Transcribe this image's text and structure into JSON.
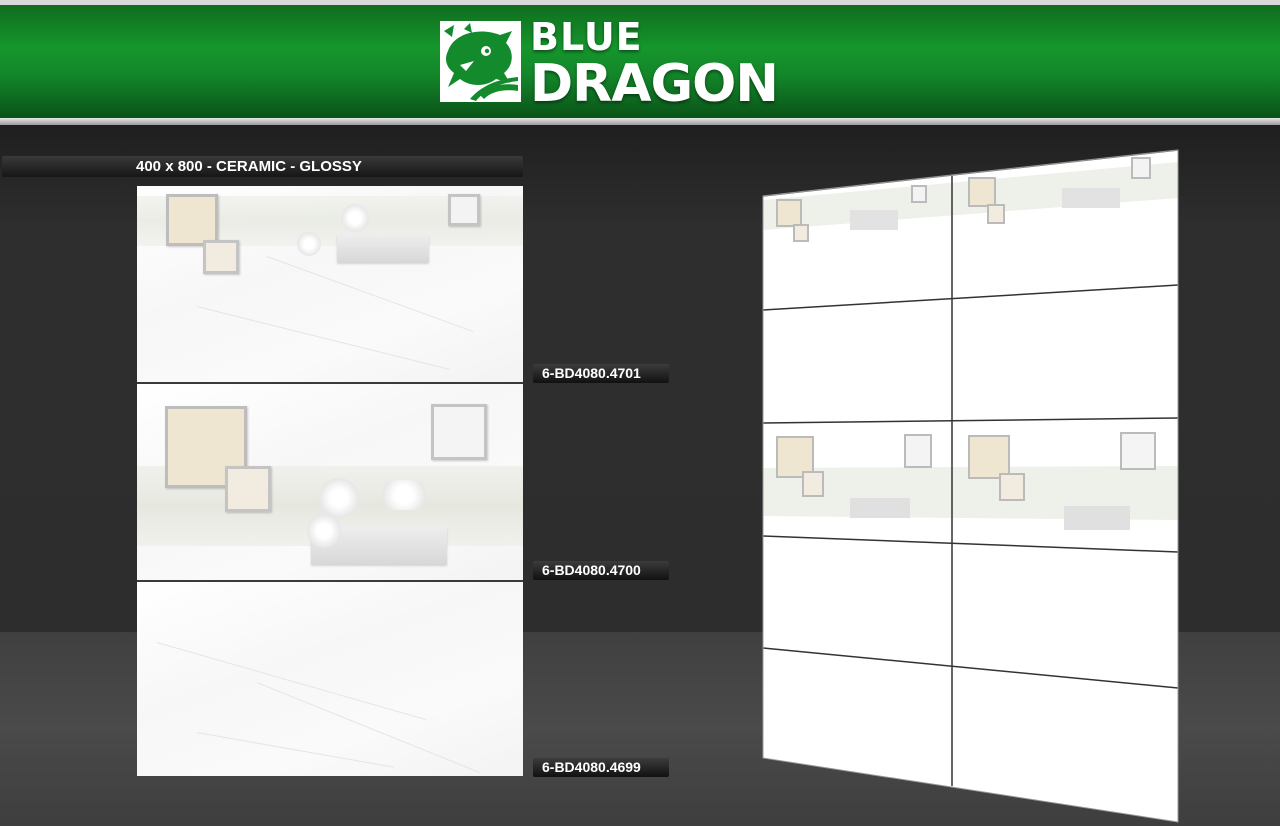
{
  "brand": {
    "line1": "BLUE",
    "line2": "DRAGON",
    "logo_icon": "dragon-head-icon",
    "colors": {
      "header_green": "#16962c",
      "header_dark": "#0a5318"
    }
  },
  "product": {
    "spec": "400 x 800 - CERAMIC - GLOSSY"
  },
  "tiles": [
    {
      "code": "6-BD4080.4701"
    },
    {
      "code": "6-BD4080.4700"
    },
    {
      "code": "6-BD4080.4699"
    }
  ]
}
